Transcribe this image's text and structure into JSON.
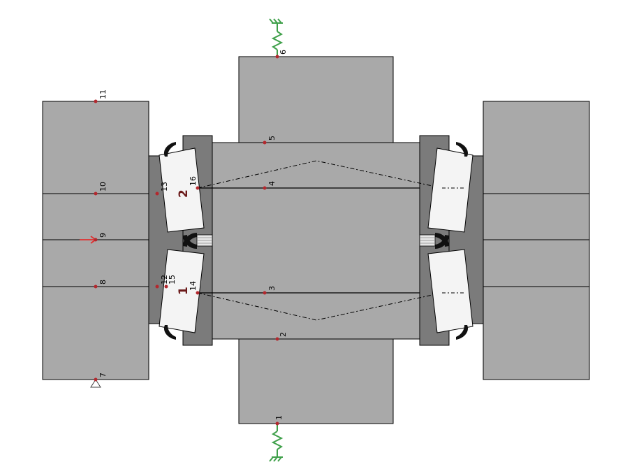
{
  "colors": {
    "background": "#ffffff",
    "block_fill": "#a9a9a9",
    "dark_fill": "#7b7b7b",
    "medium_fill": "#8c8c8c",
    "bearing_fill": "#f4f4f4",
    "outline": "#000000",
    "node": "#b3282e",
    "spring": "#3fa04a",
    "load_arrow": "#e03030",
    "support": "#404040"
  },
  "nodes": [
    {
      "id": "1",
      "label": "1"
    },
    {
      "id": "2",
      "label": "2"
    },
    {
      "id": "3",
      "label": "3"
    },
    {
      "id": "4",
      "label": "4"
    },
    {
      "id": "5",
      "label": "5"
    },
    {
      "id": "6",
      "label": "6"
    },
    {
      "id": "7",
      "label": "7"
    },
    {
      "id": "8",
      "label": "8"
    },
    {
      "id": "9",
      "label": "9"
    },
    {
      "id": "10",
      "label": "10"
    },
    {
      "id": "11",
      "label": "11"
    },
    {
      "id": "12",
      "label": "12"
    },
    {
      "id": "13",
      "label": "13"
    },
    {
      "id": "14",
      "label": "14"
    },
    {
      "id": "15",
      "label": "15"
    },
    {
      "id": "16",
      "label": "16"
    }
  ],
  "bearing_numbers": [
    {
      "id": "bearing-1",
      "label": "1"
    },
    {
      "id": "bearing-2",
      "label": "2"
    }
  ]
}
